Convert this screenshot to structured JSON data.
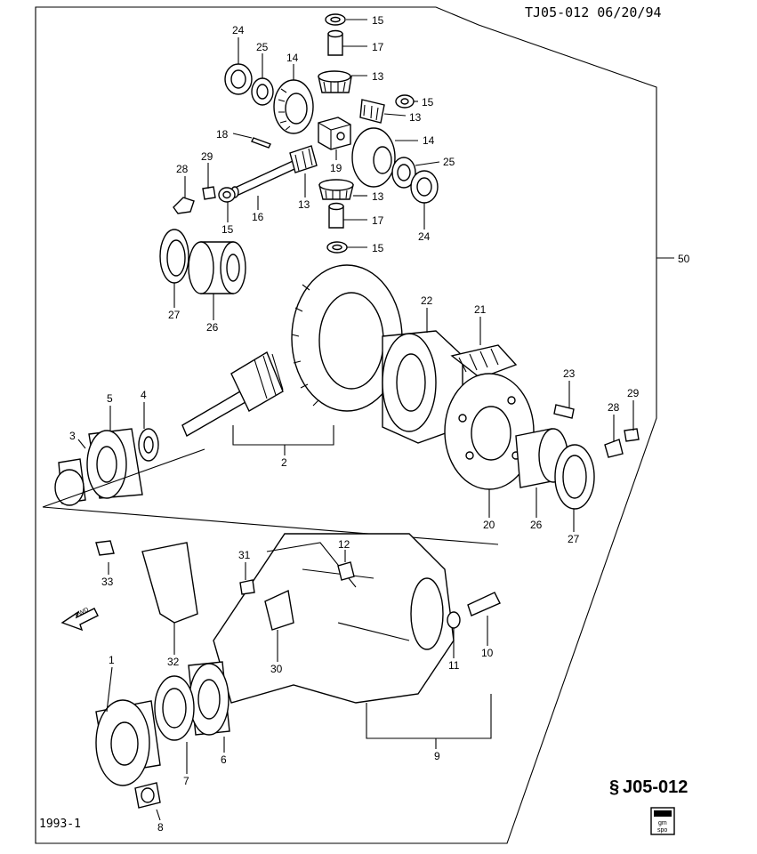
{
  "header": {
    "code": "TJ05-012 06/20/94"
  },
  "footer": {
    "year": "1993-1",
    "diagram_id": "J05-012",
    "logo_text": [
      "gm",
      "spo"
    ],
    "fwd": "FWD"
  },
  "labels": [
    {
      "id": "l15a",
      "text": "15"
    },
    {
      "id": "l17a",
      "text": "17"
    },
    {
      "id": "l24a",
      "text": "24"
    },
    {
      "id": "l25a",
      "text": "25"
    },
    {
      "id": "l14a",
      "text": "14"
    },
    {
      "id": "l13a",
      "text": "13"
    },
    {
      "id": "l15b",
      "text": "15"
    },
    {
      "id": "l13b",
      "text": "13"
    },
    {
      "id": "l18",
      "text": "18"
    },
    {
      "id": "l14b",
      "text": "14"
    },
    {
      "id": "l19",
      "text": "19"
    },
    {
      "id": "l25b",
      "text": "25"
    },
    {
      "id": "l28a",
      "text": "28"
    },
    {
      "id": "l29a",
      "text": "29"
    },
    {
      "id": "l13c",
      "text": "13"
    },
    {
      "id": "l13d",
      "text": "13"
    },
    {
      "id": "l16",
      "text": "16"
    },
    {
      "id": "l24b",
      "text": "24"
    },
    {
      "id": "l15c",
      "text": "15"
    },
    {
      "id": "l17b",
      "text": "17"
    },
    {
      "id": "l15d",
      "text": "15"
    },
    {
      "id": "l50",
      "text": "50"
    },
    {
      "id": "l27a",
      "text": "27"
    },
    {
      "id": "l26a",
      "text": "26"
    },
    {
      "id": "l22",
      "text": "22"
    },
    {
      "id": "l21",
      "text": "21"
    },
    {
      "id": "l23",
      "text": "23"
    },
    {
      "id": "l29b",
      "text": "29"
    },
    {
      "id": "l28b",
      "text": "28"
    },
    {
      "id": "l5",
      "text": "5"
    },
    {
      "id": "l4",
      "text": "4"
    },
    {
      "id": "l3",
      "text": "3"
    },
    {
      "id": "l2",
      "text": "2"
    },
    {
      "id": "l20",
      "text": "20"
    },
    {
      "id": "l26b",
      "text": "26"
    },
    {
      "id": "l27b",
      "text": "27"
    },
    {
      "id": "l12",
      "text": "12"
    },
    {
      "id": "l33",
      "text": "33"
    },
    {
      "id": "l31",
      "text": "31"
    },
    {
      "id": "l11",
      "text": "11"
    },
    {
      "id": "l10",
      "text": "10"
    },
    {
      "id": "l32",
      "text": "32"
    },
    {
      "id": "l30",
      "text": "30"
    },
    {
      "id": "l1",
      "text": "1"
    },
    {
      "id": "l6",
      "text": "6"
    },
    {
      "id": "l9",
      "text": "9"
    },
    {
      "id": "l7",
      "text": "7"
    },
    {
      "id": "l8",
      "text": "8"
    }
  ]
}
